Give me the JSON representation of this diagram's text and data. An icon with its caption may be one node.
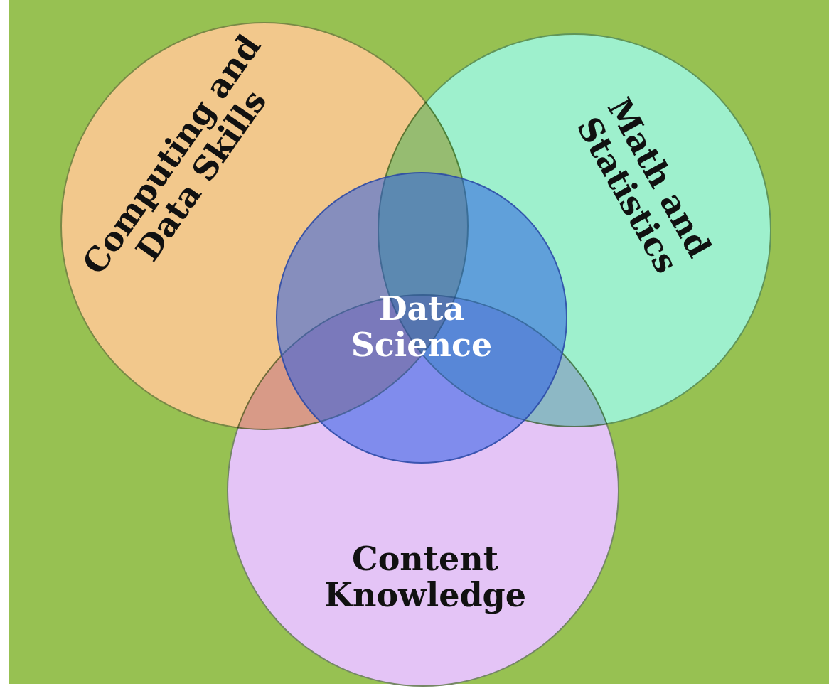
{
  "diagram": {
    "nodes": [
      {
        "text": [
          "Computing and Data Skills"
        ]
      },
      {
        "text": [
          "Math and Statistics"
        ]
      },
      {
        "text": [
          "Content Knowledge"
        ]
      },
      {
        "text": [
          "Data Science"
        ]
      }
    ]
  }
}
